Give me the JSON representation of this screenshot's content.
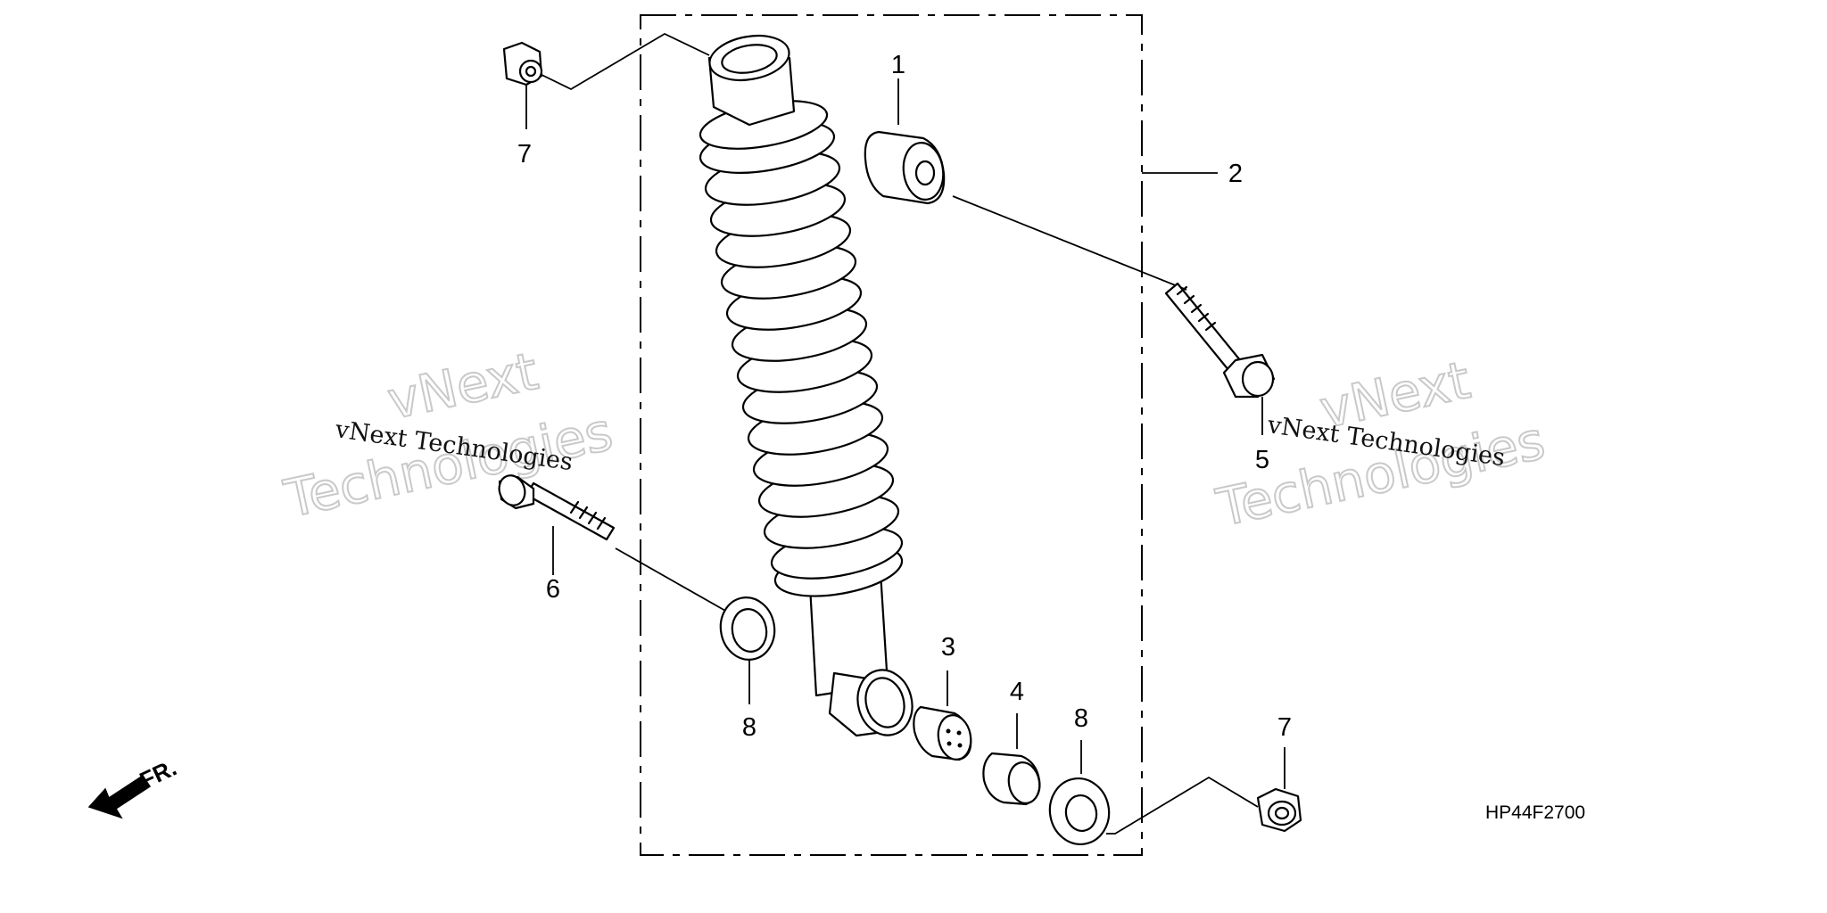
{
  "diagram_code": "HP44F2700",
  "direction_label": "FR.",
  "watermark": {
    "small_text": "vNext Technologies",
    "big_line1": "vNext",
    "big_line2": "Technologies"
  },
  "callouts": {
    "part_1": "1",
    "part_2": "2",
    "part_3": "3",
    "part_4": "4",
    "part_5": "5",
    "part_6": "6",
    "part_7_top": "7",
    "part_7_bottom": "7",
    "part_8_left": "8",
    "part_8_right": "8"
  }
}
